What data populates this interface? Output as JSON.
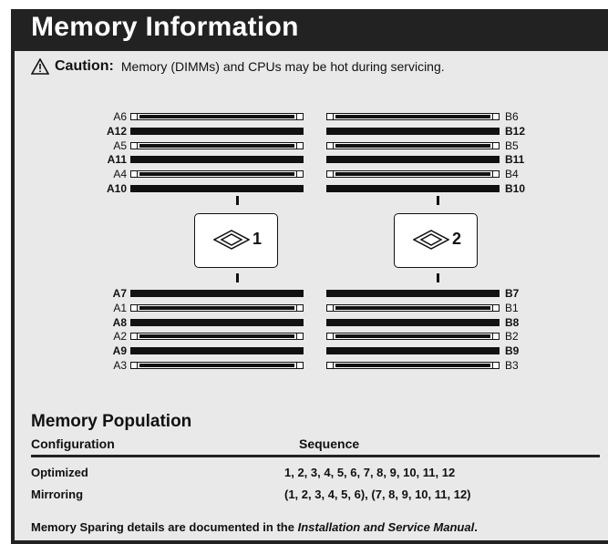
{
  "header": {
    "title": "Memory Information"
  },
  "caution": {
    "label": "Caution:",
    "text": "Memory (DIMMs) and CPUs may be hot during servicing."
  },
  "cpus": [
    {
      "label": "1"
    },
    {
      "label": "2"
    }
  ],
  "slots": {
    "left_top": [
      {
        "label": "A6",
        "bold": false
      },
      {
        "label": "A12",
        "bold": true
      },
      {
        "label": "A5",
        "bold": false
      },
      {
        "label": "A11",
        "bold": true
      },
      {
        "label": "A4",
        "bold": false
      },
      {
        "label": "A10",
        "bold": true
      }
    ],
    "right_top": [
      {
        "label": "B6",
        "bold": false
      },
      {
        "label": "B12",
        "bold": true
      },
      {
        "label": "B5",
        "bold": false
      },
      {
        "label": "B11",
        "bold": true
      },
      {
        "label": "B4",
        "bold": false
      },
      {
        "label": "B10",
        "bold": true
      }
    ],
    "left_bottom": [
      {
        "label": "A7",
        "bold": true
      },
      {
        "label": "A1",
        "bold": false
      },
      {
        "label": "A8",
        "bold": true
      },
      {
        "label": "A2",
        "bold": false
      },
      {
        "label": "A9",
        "bold": true
      },
      {
        "label": "A3",
        "bold": false
      }
    ],
    "right_bottom": [
      {
        "label": "B7",
        "bold": true
      },
      {
        "label": "B1",
        "bold": false
      },
      {
        "label": "B8",
        "bold": true
      },
      {
        "label": "B2",
        "bold": false
      },
      {
        "label": "B9",
        "bold": true
      },
      {
        "label": "B3",
        "bold": false
      }
    ]
  },
  "population": {
    "title": "Memory Population",
    "headers": {
      "configuration": "Configuration",
      "sequence": "Sequence"
    },
    "rows": [
      {
        "configuration": "Optimized",
        "sequence": "1, 2, 3, 4, 5, 6, 7, 8, 9, 10, 11, 12"
      },
      {
        "configuration": "Mirroring",
        "sequence": "(1, 2, 3, 4, 5, 6), (7, 8, 9, 10, 11, 12)"
      }
    ]
  },
  "note": {
    "prefix": "Memory Sparing details are documented in the ",
    "manual": "Installation and Service Manual",
    "suffix": "."
  }
}
